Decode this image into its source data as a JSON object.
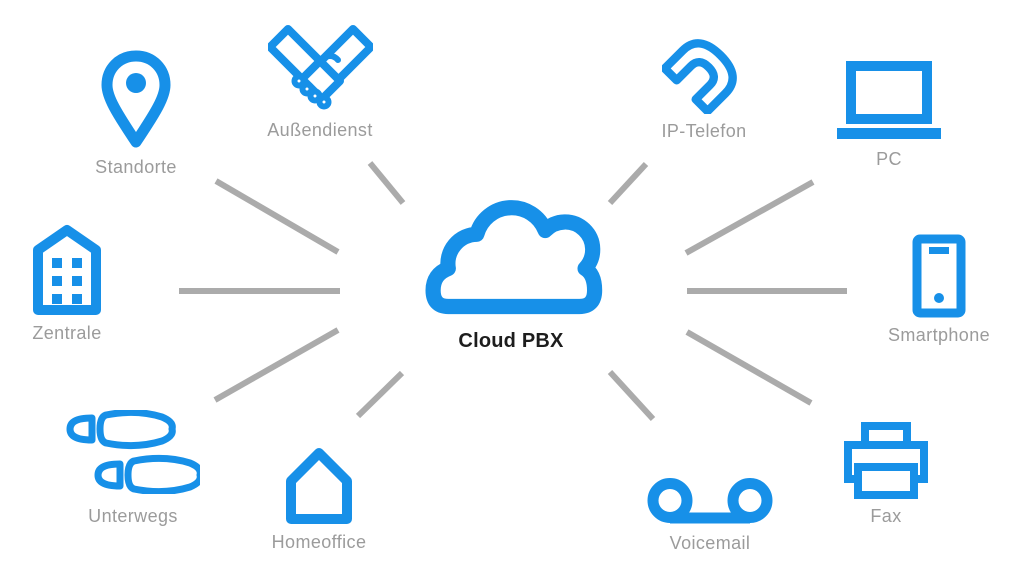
{
  "colors": {
    "accent": "#1790E8",
    "connector": "#ABABAB",
    "label_text": "#9B9B9B",
    "title_text": "#1D1D1D",
    "background": "#FFFFFF"
  },
  "center": {
    "label": "Cloud PBX",
    "icon": "cloud-icon"
  },
  "nodes": [
    {
      "id": "standorte",
      "label": "Standorte",
      "icon": "map-pin-icon"
    },
    {
      "id": "aussendienst",
      "label": "Außendienst",
      "icon": "handshake-icon"
    },
    {
      "id": "ip_telefon",
      "label": "IP-Telefon",
      "icon": "phone-handset-icon"
    },
    {
      "id": "pc",
      "label": "PC",
      "icon": "laptop-icon"
    },
    {
      "id": "zentrale",
      "label": "Zentrale",
      "icon": "office-building-icon"
    },
    {
      "id": "smartphone",
      "label": "Smartphone",
      "icon": "smartphone-icon"
    },
    {
      "id": "unterwegs",
      "label": "Unterwegs",
      "icon": "footprints-icon"
    },
    {
      "id": "homeoffice",
      "label": "Homeoffice",
      "icon": "house-icon"
    },
    {
      "id": "voicemail",
      "label": "Voicemail",
      "icon": "voicemail-icon"
    },
    {
      "id": "fax",
      "label": "Fax",
      "icon": "fax-printer-icon"
    }
  ]
}
